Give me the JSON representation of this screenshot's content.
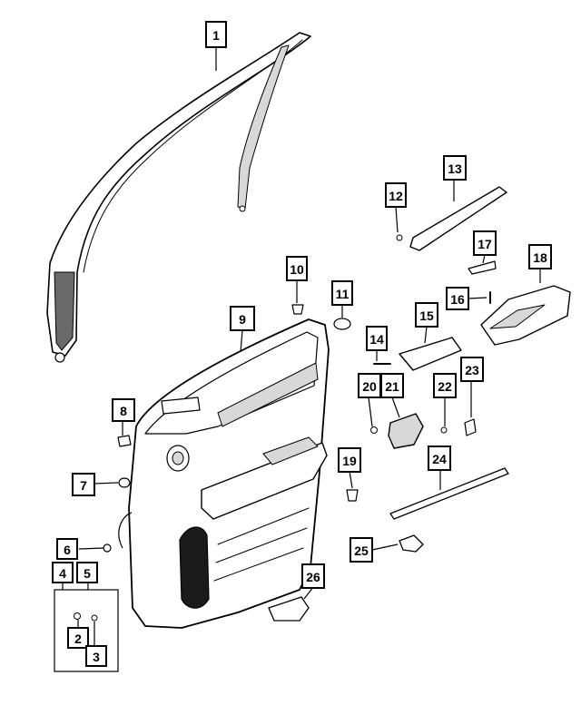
{
  "diagram": {
    "colors": {
      "line": "#000000",
      "background": "#ffffff",
      "part_fill": "#ffffff",
      "part_shade": "#d8d8d8",
      "part_dark": "#6a6a6a"
    },
    "callouts": [
      {
        "id": "c1",
        "label": "1"
      },
      {
        "id": "c2",
        "label": "2"
      },
      {
        "id": "c3",
        "label": "3"
      },
      {
        "id": "c4",
        "label": "4"
      },
      {
        "id": "c5",
        "label": "5"
      },
      {
        "id": "c6",
        "label": "6"
      },
      {
        "id": "c7",
        "label": "7"
      },
      {
        "id": "c8",
        "label": "8"
      },
      {
        "id": "c9",
        "label": "9"
      },
      {
        "id": "c10",
        "label": "10"
      },
      {
        "id": "c11",
        "label": "11"
      },
      {
        "id": "c12",
        "label": "12"
      },
      {
        "id": "c13",
        "label": "13"
      },
      {
        "id": "c14",
        "label": "14"
      },
      {
        "id": "c15",
        "label": "15"
      },
      {
        "id": "c16",
        "label": "16"
      },
      {
        "id": "c17",
        "label": "17"
      },
      {
        "id": "c18",
        "label": "18"
      },
      {
        "id": "c19",
        "label": "19"
      },
      {
        "id": "c20",
        "label": "20"
      },
      {
        "id": "c21",
        "label": "21"
      },
      {
        "id": "c22",
        "label": "22"
      },
      {
        "id": "c23",
        "label": "23"
      },
      {
        "id": "c24",
        "label": "24"
      },
      {
        "id": "c25",
        "label": "25"
      },
      {
        "id": "c26",
        "label": "26"
      }
    ]
  }
}
